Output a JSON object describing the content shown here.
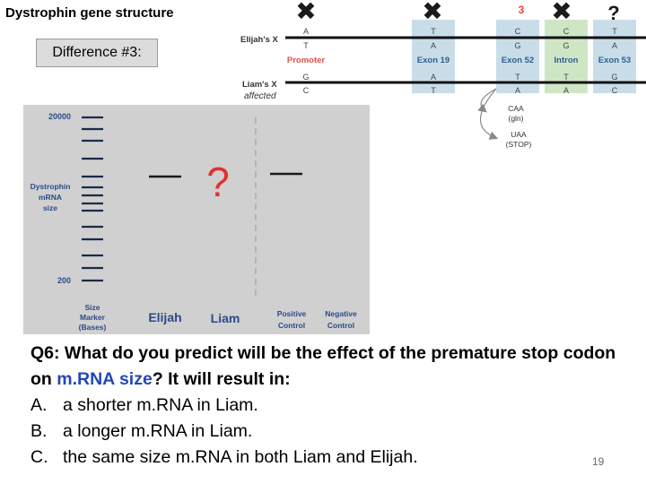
{
  "title": "Dystrophin gene structure",
  "difference_label": "Difference #3:",
  "diagram": {
    "elijah_label": "Elijah's X",
    "liam_label": "Liam's X",
    "affected_label": "affected",
    "top_marks": [
      "✖",
      "✖",
      "3",
      "✖",
      "?"
    ],
    "regions": [
      {
        "label": "Promoter",
        "elijah": [
          "A",
          "T"
        ],
        "liam": [
          "G",
          "C"
        ],
        "color": "#ffffff",
        "label_color": "#d9534f"
      },
      {
        "label": "Exon 19",
        "elijah": [
          "T",
          "A"
        ],
        "liam": [
          "A",
          "T"
        ],
        "color": "#c9dde9",
        "label_color": "#2f5f93"
      },
      {
        "label": "Exon 52",
        "elijah": [
          "C",
          "G"
        ],
        "liam": [
          "T",
          "A"
        ],
        "color": "#c9dde9",
        "label_color": "#2f5f93"
      },
      {
        "label": "Intron",
        "elijah": [
          "C",
          "G"
        ],
        "liam": [
          "T",
          "A"
        ],
        "color": "#cfe6c5",
        "label_color": "#2f5f93"
      },
      {
        "label": "Exon 53",
        "elijah": [
          "T",
          "A"
        ],
        "liam": [
          "G",
          "C"
        ],
        "color": "#c9dde9",
        "label_color": "#2f5f93"
      }
    ],
    "codon_normal": "CAA",
    "codon_normal_aa": "(gln)",
    "codon_mutant": "UAA",
    "codon_mutant_aa": "(STOP)",
    "x_mark_color": "#1a1a1a",
    "three_color": "#e0463e"
  },
  "gel": {
    "y_top_tick": "20000",
    "y_bottom_tick": "200",
    "y_label": [
      "Dystrophin",
      "mRNA",
      "size"
    ],
    "marker_label": [
      "Size",
      "Marker",
      "(Bases)"
    ],
    "lanes": [
      "Elijah",
      "Liam",
      "Positive Control",
      "Negative Control"
    ],
    "unknown_mark": "?",
    "tick_color": "#2a4a8a",
    "question_mark_color": "#e53030"
  },
  "question": {
    "stem_before": "Q6: What do you predict will be the effect of the premature stop codon on ",
    "stem_highlight": "m.RNA size",
    "stem_after": "? It will result in:",
    "options": [
      {
        "letter": "A.",
        "text": "a shorter m.RNA in Liam."
      },
      {
        "letter": "B.",
        "text": "a longer m.RNA in Liam."
      },
      {
        "letter": "C.",
        "text": "the same size m.RNA in both Liam and Elijah."
      }
    ]
  },
  "page_number": "19"
}
